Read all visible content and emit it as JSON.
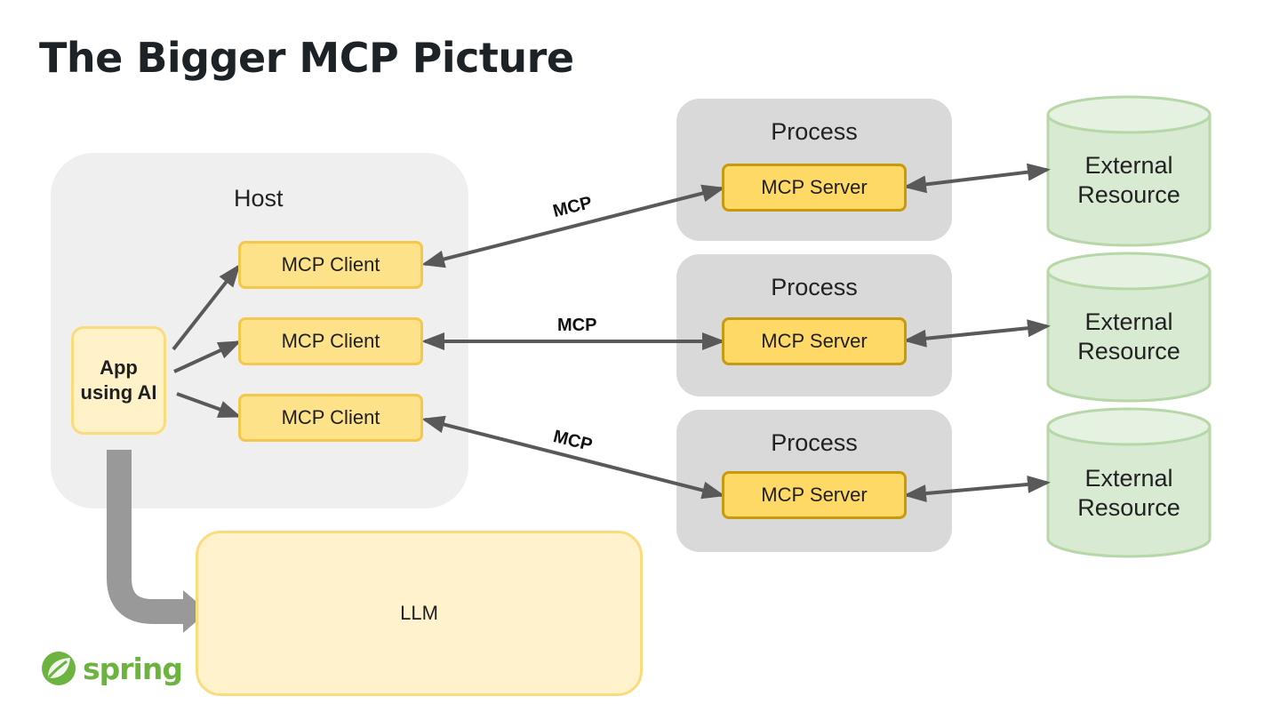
{
  "title": "The Bigger MCP Picture",
  "host": {
    "label": "Host"
  },
  "app": {
    "label": "App using AI"
  },
  "llm": {
    "label": "LLM"
  },
  "clients": [
    {
      "label": "MCP Client"
    },
    {
      "label": "MCP Client"
    },
    {
      "label": "MCP Client"
    }
  ],
  "processes": [
    {
      "label": "Process",
      "server": "MCP Server"
    },
    {
      "label": "Process",
      "server": "MCP Server"
    },
    {
      "label": "Process",
      "server": "MCP Server"
    }
  ],
  "resources": [
    {
      "line1": "External",
      "line2": "Resource"
    },
    {
      "line1": "External",
      "line2": "Resource"
    },
    {
      "line1": "External",
      "line2": "Resource"
    }
  ],
  "connections": [
    {
      "label": "MCP"
    },
    {
      "label": "MCP"
    },
    {
      "label": "MCP"
    }
  ],
  "logo": {
    "text": "spring",
    "icon": "spring-leaf-icon"
  },
  "colors": {
    "client_fill": "#fde28a",
    "server_fill": "#ffd966",
    "resource_fill": "#d9ead3",
    "resource_stroke": "#b6d7a8",
    "process_fill": "#d9d9d9",
    "host_fill": "#efefef",
    "arrow": "#595959",
    "brand": "#6db33f"
  }
}
